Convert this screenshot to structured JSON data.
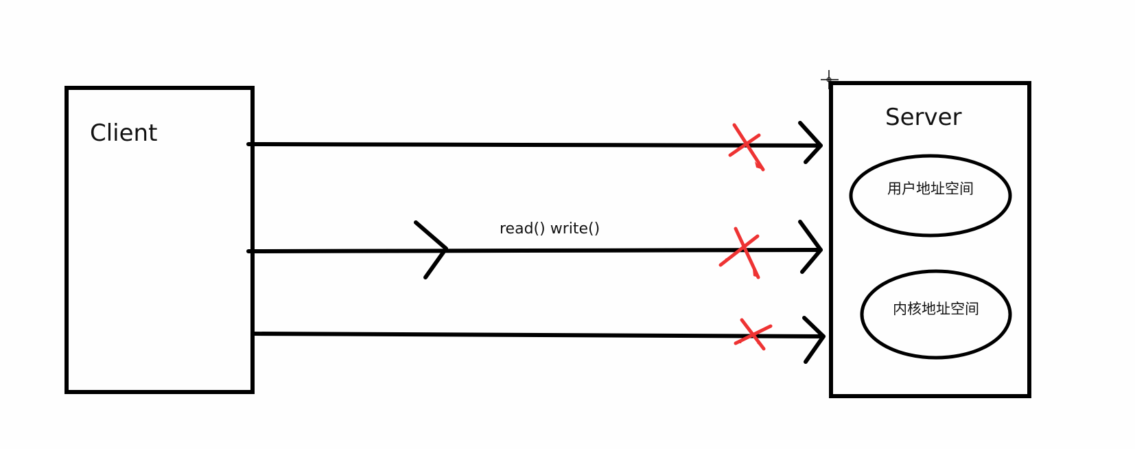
{
  "client": {
    "label": "Client"
  },
  "server": {
    "label": "Server"
  },
  "user_space": {
    "label": "用户地址空间"
  },
  "kernel_space": {
    "label": "内核地址空间"
  },
  "middle_arrow": {
    "label": "read() write()"
  },
  "colors": {
    "stroke": "#000000",
    "cross_mark": "#ee3333",
    "background": "#fefefe"
  },
  "cross_marks": {
    "count": 3,
    "icon": "red-x-icon"
  },
  "cursor": {
    "icon": "crosshair-cursor-icon"
  }
}
